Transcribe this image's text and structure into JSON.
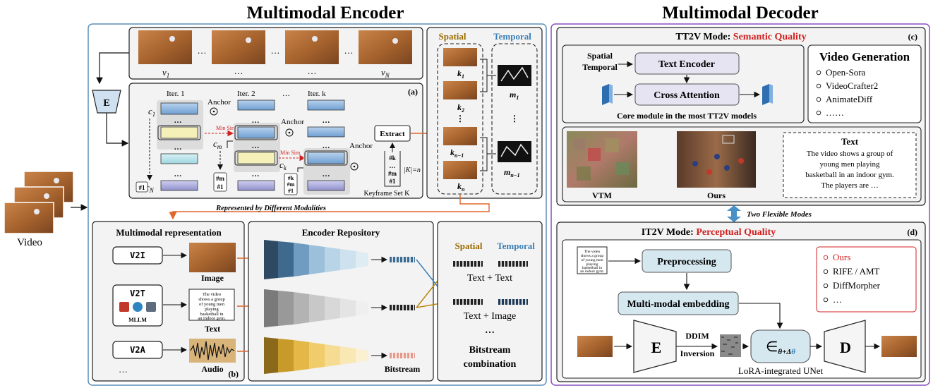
{
  "encoder": {
    "title": "Multimodal Encoder",
    "input_label": "Video",
    "frames": {
      "v1": "v",
      "v1_sub": "1",
      "vN": "v",
      "vN_sub": "N",
      "dots": "…"
    },
    "E_label": "E",
    "clustering": {
      "panel_tag": "(a)",
      "iter1": "Iter. 1",
      "iter2": "Iter. 2",
      "iterk": "Iter. k",
      "iter_dots": "…",
      "anchor": "Anchor",
      "min_sim": "Min Sim.",
      "c1": "c",
      "c1_sub": "1",
      "cm": "c",
      "cm_sub": "m",
      "ck": "c",
      "ck_sub": "k",
      "cN": "c",
      "cN_sub": "N",
      "stack_top": "#k",
      "stack_mid": "#m",
      "stack_bot": "#1",
      "extract": "Extract",
      "keyframe_set": "Keyframe Set K",
      "k_size": "|K|=n"
    },
    "keyframes": {
      "spatial": "Spatial",
      "temporal": "Temporal",
      "k1": "k",
      "k1_sub": "1",
      "k2": "k",
      "k2_sub": "2",
      "kn1": "k",
      "kn1_sub": "n−1",
      "kn": "k",
      "kn_sub": "n",
      "m1": "m",
      "m1_sub": "1",
      "mn1": "m",
      "mn1_sub": "n−1",
      "vdots": "⋮"
    },
    "represented_label": "Represented by Different Modalities",
    "multimodal": {
      "title": "Multimodal representation",
      "panel_tag": "(b)",
      "v2i": "V2I",
      "v2t": "V2T",
      "v2a": "V2A",
      "mllm": "MLLM",
      "image": "Image",
      "text": "Text",
      "audio": "Audio",
      "more": "…",
      "caption_lines": [
        "The video",
        "shows a group",
        "of young men",
        "playing",
        "basketball in",
        "an indoor gym."
      ]
    },
    "repository": {
      "title": "Encoder Repository",
      "bitstream": "Bitstream"
    },
    "combination": {
      "spatial": "Spatial",
      "temporal": "Temporal",
      "text_text": "Text + Text",
      "text_image": "Text + Image",
      "dots": "…",
      "line1": "Bitstream",
      "line2": "combination"
    }
  },
  "decoder": {
    "title": "Multimodal Decoder",
    "tt2v": {
      "title": "TT2V Mode: ",
      "title_hl": "Semantic Quality",
      "panel_tag": "(c)",
      "spatial": "Spatial",
      "temporal": "Temporal",
      "text_encoder": "Text Encoder",
      "cross_attention": "Cross Attention",
      "core_caption": "Core module in the most TT2V models",
      "vg_title": "Video Generation",
      "vg_items": [
        "Open-Sora",
        "VideoCrafter2",
        "AnimateDiff",
        "……"
      ]
    },
    "compare": {
      "vtm": "VTM",
      "ours": "Ours",
      "text_title": "Text",
      "text_lines": [
        "The video shows a group of",
        "young men playing",
        "basketball in an indoor gym.",
        "The players are …"
      ]
    },
    "two_modes": "Two Flexible Modes",
    "it2v": {
      "title": "IT2V Mode: ",
      "title_hl": "Perceptual Quality",
      "panel_tag": "(d)",
      "preprocessing": "Preprocessing",
      "multimodal_embedding": "Multi-modal embedding",
      "methods": [
        "Ours",
        "RIFE / AMT",
        "DiffMorpher",
        "…"
      ],
      "E": "E",
      "D": "D",
      "ddim1": "DDIM",
      "ddim2": "Inversion",
      "unet_symbol": "∈",
      "unet_sub": "θ+Δ",
      "unet_theta": "θ",
      "lora_caption": "LoRA-integrated UNet",
      "caption_lines": [
        "The video",
        "shows a group",
        "of young men",
        "playing",
        "basketball in",
        "an indoor gym."
      ]
    }
  },
  "colors": {
    "encoder_border": "#5b8fb8",
    "decoder_border": "#8a4fbf",
    "red": "#d11f1f",
    "blue_label": "#3a7fb8",
    "gold_label": "#9a6a00",
    "orange_arrow": "#e0662a",
    "box_fill": "#e6e4f3",
    "teal_fill": "#d5e7ef"
  }
}
